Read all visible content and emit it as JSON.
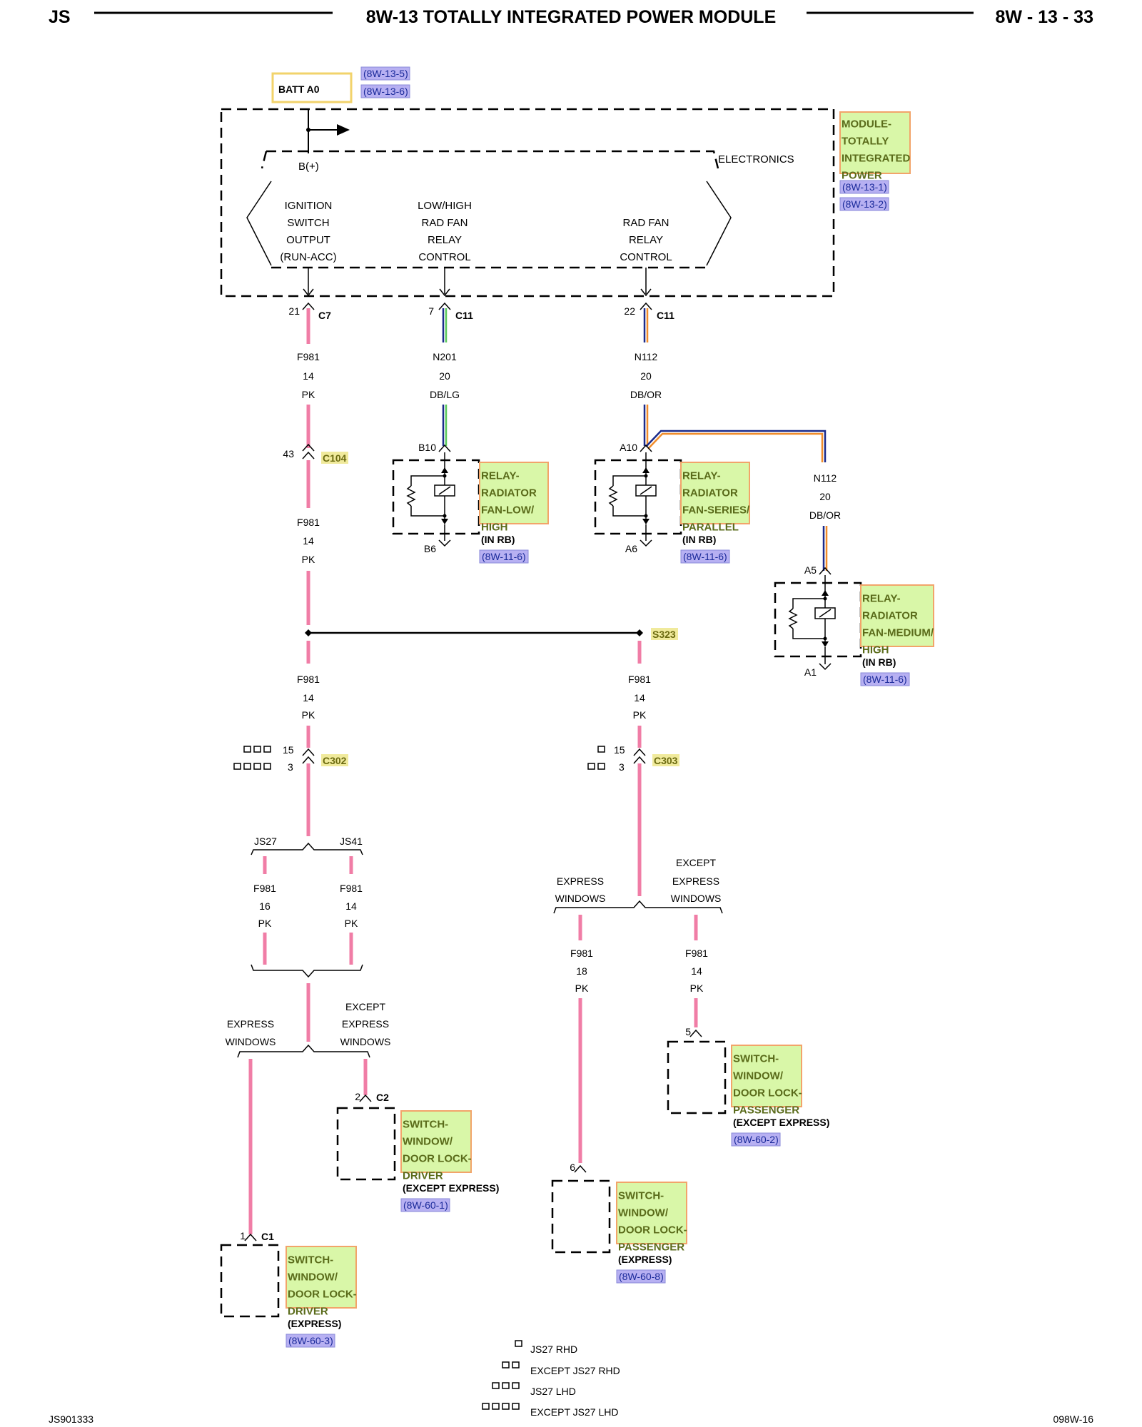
{
  "header": {
    "left": "JS",
    "title": "8W-13 TOTALLY INTEGRATED POWER MODULE",
    "page": "8W - 13 - 33"
  },
  "footer": {
    "left": "JS901333",
    "right": "098W-16"
  },
  "batt": {
    "label": "BATT A0",
    "refs": [
      "(8W-13-5)",
      "(8W-13-6)"
    ]
  },
  "tipm": {
    "name_lines": [
      "MODULE-",
      "TOTALLY",
      "INTEGRATED",
      "POWER"
    ],
    "refs": [
      "(8W-13-1)",
      "(8W-13-2)"
    ],
    "electronics": "ELECTRONICS",
    "bplus": "B(+)",
    "outputs": [
      {
        "lines": [
          "IGNITION",
          "SWITCH",
          "OUTPUT",
          "(RUN-ACC)"
        ]
      },
      {
        "lines": [
          "LOW/HIGH",
          "RAD FAN",
          "RELAY",
          "CONTROL"
        ]
      },
      {
        "lines": [
          "RAD FAN",
          "RELAY",
          "CONTROL"
        ]
      }
    ]
  },
  "pins": {
    "c7": {
      "pin": "21",
      "conn": "C7"
    },
    "c11a": {
      "pin": "7",
      "conn": "C11"
    },
    "c11b": {
      "pin": "22",
      "conn": "C11"
    }
  },
  "wires": {
    "f981_main": [
      "F981",
      "14",
      "PK"
    ],
    "n201": [
      "N201",
      "20",
      "DB/LG"
    ],
    "n112": [
      "N112",
      "20",
      "DB/OR"
    ],
    "n112_b": [
      "N112",
      "20",
      "DB/OR"
    ],
    "f981_c104": [
      "F981",
      "14",
      "PK"
    ],
    "f981_left": [
      "F981",
      "14",
      "PK"
    ],
    "f981_right": [
      "F981",
      "14",
      "PK"
    ],
    "f981_js27": [
      "F981",
      "16",
      "PK"
    ],
    "f981_js41": [
      "F981",
      "14",
      "PK"
    ],
    "f981_exp_right": [
      "F981",
      "18",
      "PK"
    ],
    "f981_exc_right": [
      "F981",
      "14",
      "PK"
    ]
  },
  "connectors": {
    "c104": {
      "pin": "43",
      "name": "C104"
    },
    "s323": "S323",
    "c302": {
      "pins": [
        "15",
        "3"
      ],
      "name": "C302"
    },
    "c303": {
      "pins": [
        "15",
        "3"
      ],
      "name": "C303"
    }
  },
  "relays": [
    {
      "top_pin": "B10",
      "bottom_pin": "B6",
      "name_lines": [
        "RELAY-",
        "RADIATOR",
        "FAN-LOW/",
        "HIGH"
      ],
      "loc": "(IN RB)",
      "ref": "(8W-11-6)"
    },
    {
      "top_pin": "A10",
      "bottom_pin": "A6",
      "name_lines": [
        "RELAY-",
        "RADIATOR",
        "FAN-SERIES/",
        "PARALLEL"
      ],
      "loc": "(IN RB)",
      "ref": "(8W-11-6)"
    },
    {
      "top_pin": "A5",
      "bottom_pin": "A1",
      "name_lines": [
        "RELAY-",
        "RADIATOR",
        "FAN-MEDIUM/",
        "HIGH"
      ],
      "loc": "(IN RB)",
      "ref": "(8W-11-6)"
    }
  ],
  "branches": {
    "js27": "JS27",
    "js41": "JS41",
    "left_express": [
      "EXPRESS",
      "WINDOWS"
    ],
    "left_except": [
      "EXCEPT",
      "EXPRESS",
      "WINDOWS"
    ],
    "right_express": [
      "EXPRESS",
      "WINDOWS"
    ],
    "right_except": [
      "EXCEPT",
      "EXPRESS",
      "WINDOWS"
    ]
  },
  "switches": [
    {
      "pin": "1",
      "conn": "C1",
      "name_lines": [
        "SWITCH-",
        "WINDOW/",
        "DOOR LOCK-",
        "DRIVER"
      ],
      "variant": "(EXPRESS)",
      "ref": "(8W-60-3)"
    },
    {
      "pin": "2",
      "conn": "C2",
      "name_lines": [
        "SWITCH-",
        "WINDOW/",
        "DOOR LOCK-",
        "DRIVER"
      ],
      "variant": "(EXCEPT EXPRESS)",
      "ref": "(8W-60-1)"
    },
    {
      "pin": "6",
      "conn": "",
      "name_lines": [
        "SWITCH-",
        "WINDOW/",
        "DOOR LOCK-",
        "PASSENGER"
      ],
      "variant": "(EXPRESS)",
      "ref": "(8W-60-8)"
    },
    {
      "pin": "5",
      "conn": "",
      "name_lines": [
        "SWITCH-",
        "WINDOW/",
        "DOOR LOCK-",
        "PASSENGER"
      ],
      "variant": "(EXCEPT EXPRESS)",
      "ref": "(8W-60-2)"
    }
  ],
  "legend": [
    "JS27 RHD",
    "EXCEPT JS27 RHD",
    "JS27 LHD",
    "EXCEPT JS27 LHD"
  ],
  "colors": {
    "wire_pk": "#f07da6",
    "relay_box_fill": "#d9f7a8",
    "relay_box_border": "#f2a46a",
    "ref_fill": "#b7b0f2",
    "ref_border": "#8a8ad8",
    "conn_fill": "#f0ea9c",
    "batt_border": "#f2d36b",
    "wire_db": "#1a2a8a",
    "wire_lg": "#5ac85a",
    "wire_or": "#f08c2a"
  }
}
